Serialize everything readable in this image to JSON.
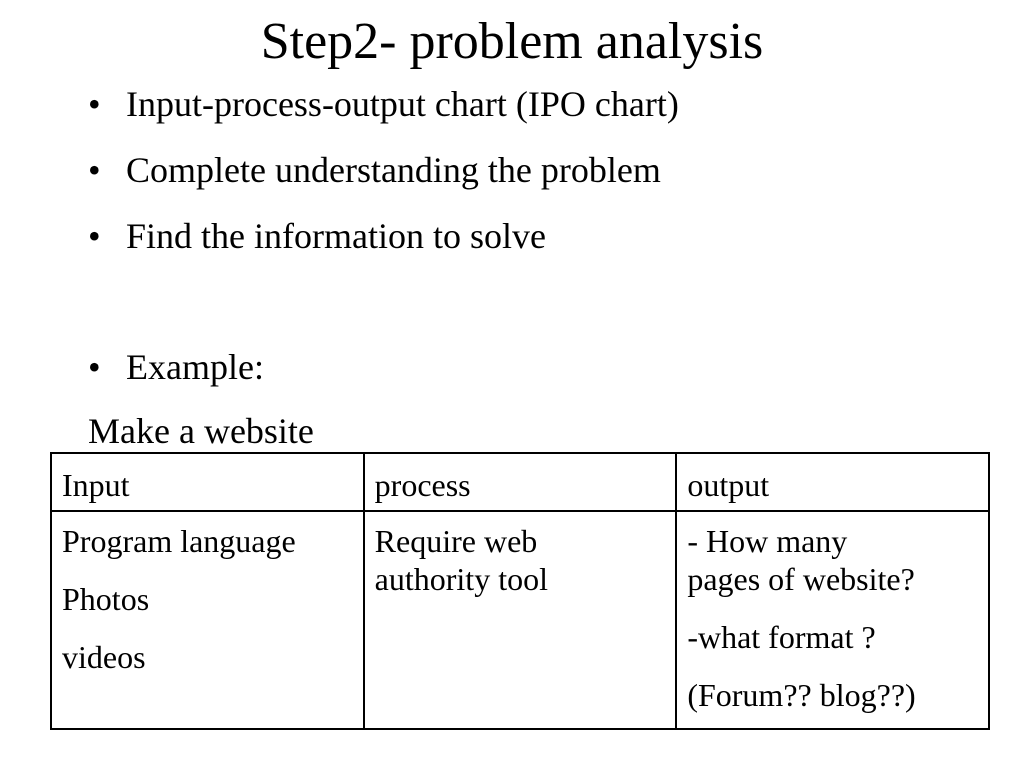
{
  "slide": {
    "title": "Step2- problem analysis",
    "bullet_glyph": "•",
    "bullets": [
      "Input-process-output chart (IPO chart)",
      "Complete understanding the problem",
      "Find the information to solve",
      "Example:"
    ],
    "example_text": "Make a website"
  },
  "table": {
    "headers": [
      "Input",
      "process",
      "output"
    ],
    "input_items": [
      "Program language",
      "Photos",
      "videos"
    ],
    "process_lines": [
      "Require web",
      "authority tool"
    ],
    "output_lines": [
      "- How many",
      "pages of website?",
      "-what format ?",
      "(Forum?? blog??)"
    ]
  }
}
